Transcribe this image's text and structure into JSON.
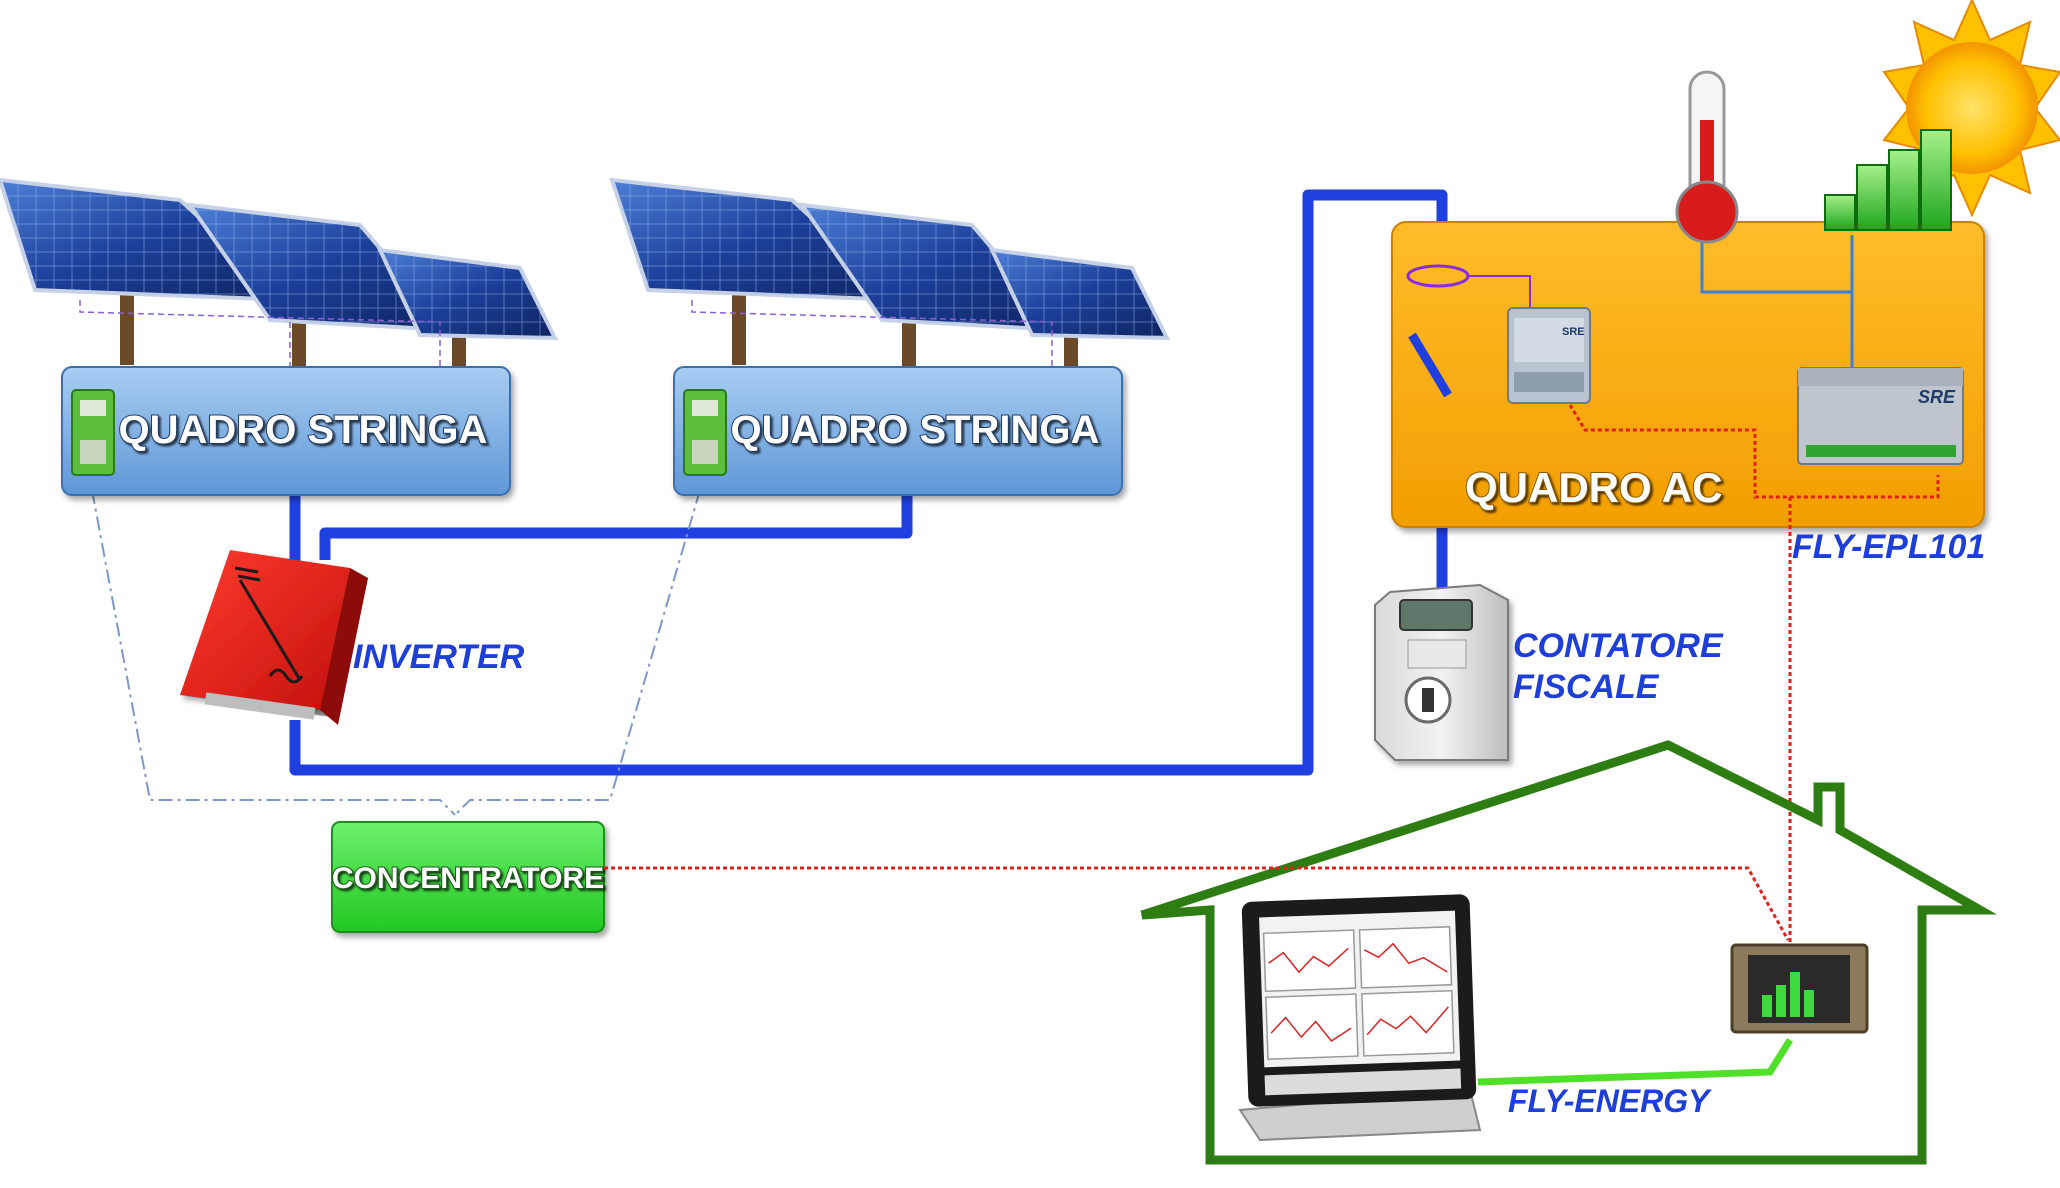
{
  "labels": {
    "quadro_stringa_1": "QUADRO STRINGA",
    "quadro_stringa_2": "QUADRO STRINGA",
    "inverter": "INVERTER",
    "concentratore": "CONCENTRATORE",
    "quadro_ac": "QUADRO AC",
    "fly_epl101": "FLY-EPL101",
    "contatore_line1": "CONTATORE",
    "contatore_line2": "FISCALE",
    "fly_energy": "FLY-ENERGY",
    "module_brand": "SRE"
  },
  "colors": {
    "dc_ac_cable": "#1f3fe0",
    "signal_line": "#e0201a",
    "house": "#2e7d12",
    "quadro_box": "#7fb2e6",
    "quadro_ac_box": "#f5a800",
    "concentratore_box": "#3de13d",
    "inverter": "#e8231f",
    "label_blue": "#1d3fd8",
    "sun": "#ffc400",
    "thermometer": "#d81b1b",
    "fly_energy_link": "#4fe02a"
  }
}
